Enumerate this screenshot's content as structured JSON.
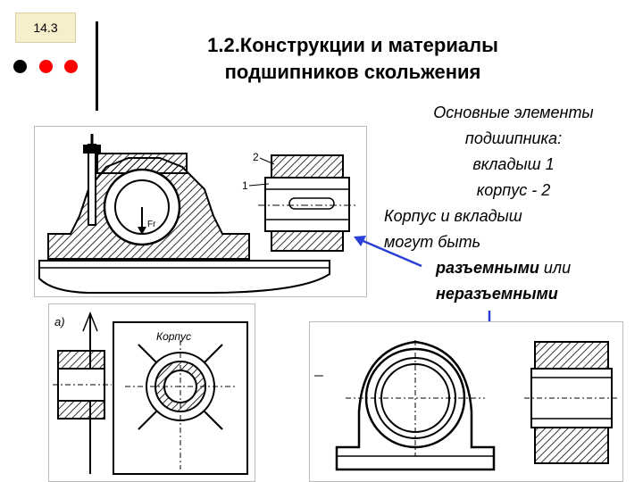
{
  "slide_number": "14.3",
  "title_line1": "1.2.Конструкции и материалы",
  "title_line2": "подшипников скольжения",
  "dots": [
    "#000000",
    "#ff0000",
    "#ff0000"
  ],
  "description": {
    "line1": "Основные элементы",
    "line2": "подшипника:",
    "line3": "вкладыш 1",
    "line4": "корпус - 2",
    "line5": "Корпус и вкладыш",
    "line6": "могут быть",
    "line7_bold": "разъемными",
    "line7_rest": " или",
    "line8": "неразъемными"
  },
  "figure_top": {
    "label_2": "2",
    "label_1": "1",
    "label_fr": "Fr"
  },
  "figure_bottom_left": {
    "label_a": "a)",
    "label_housing": "Корпус"
  },
  "arrow_color": "#2a3fd6"
}
